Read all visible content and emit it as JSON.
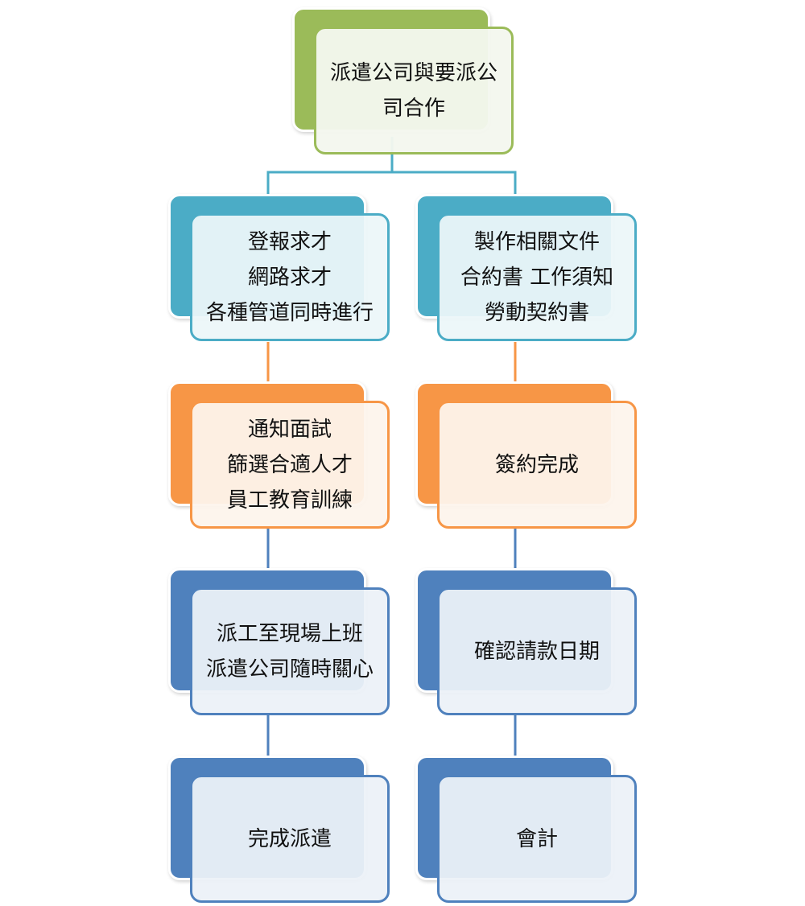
{
  "diagram": {
    "root": {
      "text": "派遣公司與要派公\n司合作",
      "color": "#9bbb59"
    },
    "left_column": [
      {
        "text": "登報求才\n網路求才\n各種管道同時進行",
        "color": "#4bacc6"
      },
      {
        "text": "通知面試\n篩選合適人才\n員工教育訓練",
        "color": "#f79646"
      },
      {
        "text": "派工至現場上班\n派遣公司隨時關心",
        "color": "#4f81bd"
      },
      {
        "text": "完成派遣",
        "color": "#4f81bd"
      }
    ],
    "right_column": [
      {
        "text": "製作相關文件\n合約書  工作須知\n勞動契約書",
        "color": "#4bacc6"
      },
      {
        "text": "簽約完成",
        "color": "#f79646"
      },
      {
        "text": "確認請款日期",
        "color": "#4f81bd"
      },
      {
        "text": "會計",
        "color": "#4f81bd"
      }
    ]
  }
}
